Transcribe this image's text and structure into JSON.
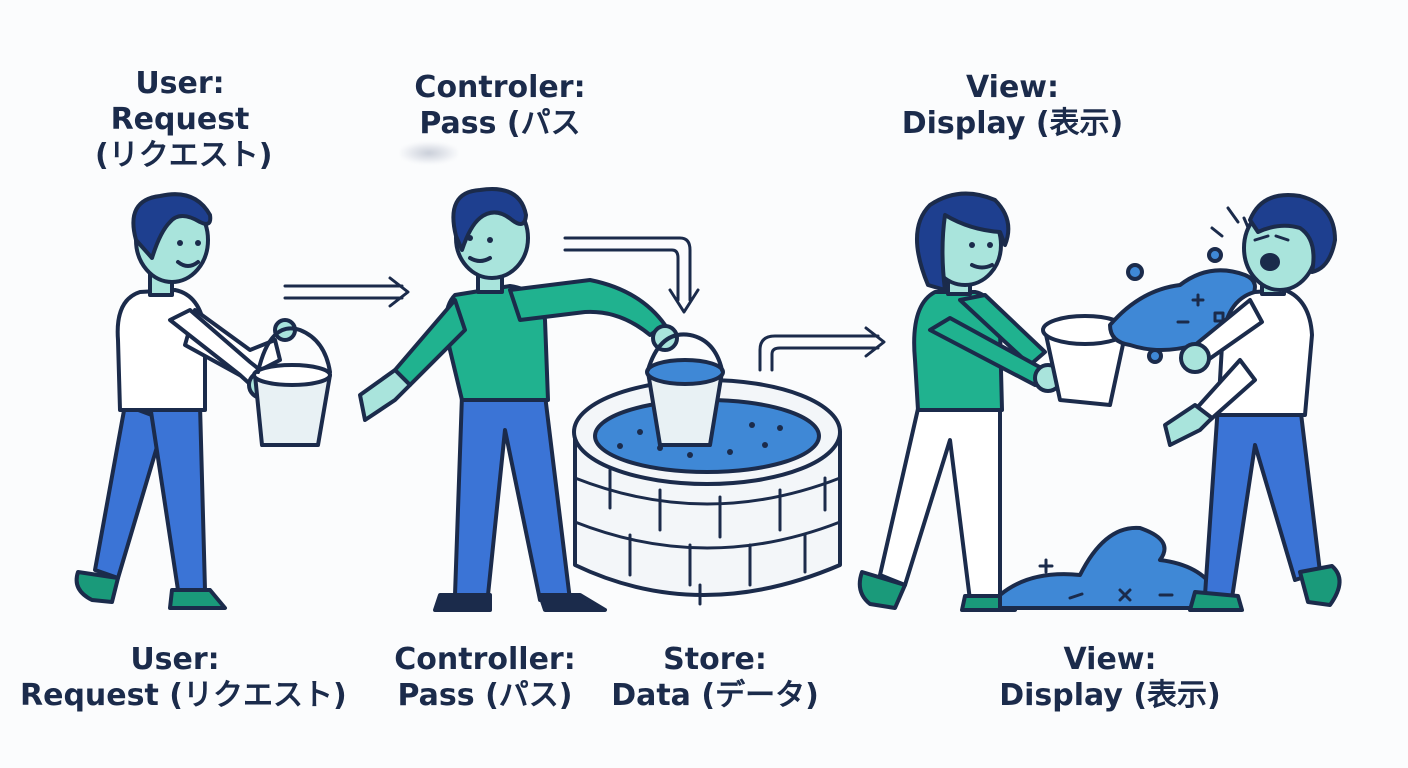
{
  "top_labels": {
    "user": [
      "User:",
      "Request",
      "(リクエスト)"
    ],
    "controller": [
      "Controler:",
      "Pass (パス"
    ],
    "view": [
      "View:",
      "Display (表示)"
    ]
  },
  "bottom_labels": {
    "user": [
      "User:",
      "Request (リクエスト)"
    ],
    "controller": [
      "Controller:",
      "Pass (パス)"
    ],
    "store": [
      "Store:",
      "Data (データ)"
    ],
    "view": [
      "View:",
      "Display (表示)"
    ]
  },
  "colors": {
    "outline": "#1b2b4b",
    "skin": "#a9e4dc",
    "hair": "#1e3f8f",
    "shirt_white": "#ffffff",
    "shirt_green": "#20b28f",
    "pants_blue": "#3b74d6",
    "shoe_green": "#1a9a7a",
    "water": "#3f88d6",
    "bucket": "#e8f1f4",
    "well": "#f3f6f9"
  }
}
